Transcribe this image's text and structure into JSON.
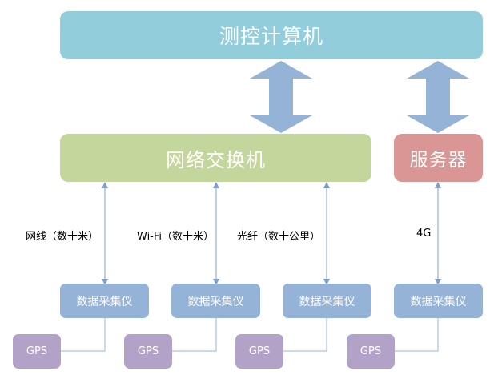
{
  "nodes": {
    "control_computer": "测控计算机",
    "network_switch": "网络交换机",
    "server": "服务器",
    "collectors": [
      "数据采集仪",
      "数据采集仪",
      "数据采集仪",
      "数据采集仪"
    ],
    "gps": [
      "GPS",
      "GPS",
      "GPS",
      "GPS"
    ]
  },
  "links": [
    "网线（数十米）",
    "Wi-Fi（数十米）",
    "光纤（数十公里）",
    "4G"
  ],
  "colors": {
    "control_computer": "#92cddc",
    "network_switch": "#c3d69b",
    "server": "#d99694",
    "collector": "#95b3d7",
    "gps": "#b3a2c7",
    "arrow": "#95b3d7",
    "line": "#95b3d7"
  }
}
